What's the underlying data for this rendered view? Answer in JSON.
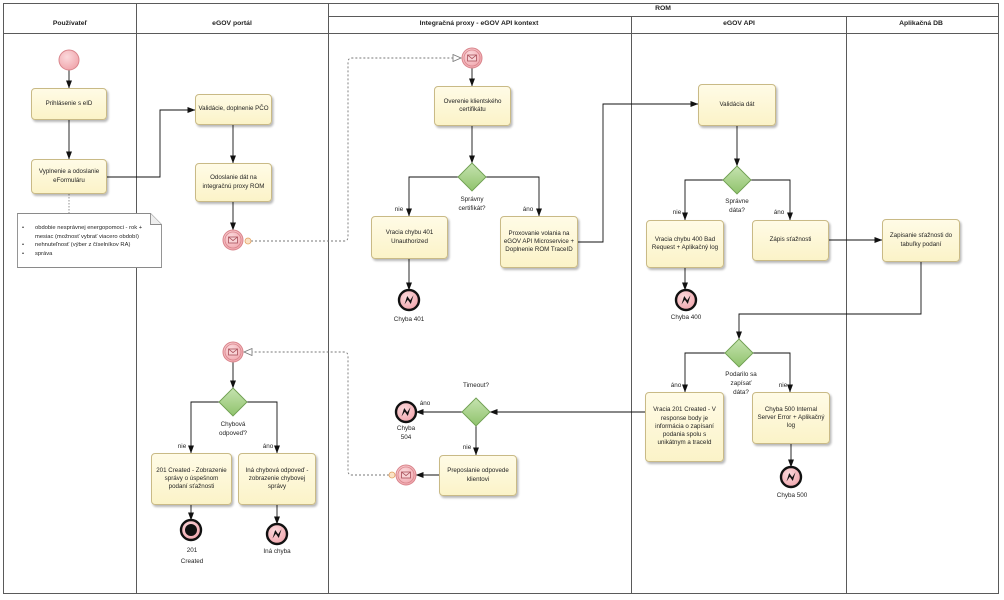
{
  "diagram": {
    "group_title": "ROM",
    "lanes": [
      "Používateľ",
      "eGOV portál",
      "Integračná proxy - eGOV API kontext",
      "eGOV API",
      "Aplikačná DB"
    ]
  },
  "tasks": {
    "prihlasenie": "Prihlásenie s eID",
    "vyplnenie": "Vyplnenie a odoslanie\neFormuláru",
    "validacie_pco": "Validácie, doplnenie PČO",
    "odoslanie": "Odoslanie dát na\nintegračnú proxy ROM",
    "overenie_cert": "Overenie klientského\ncertifikátu",
    "chyba_401": "Vracia chybu 401\nUnauthorized",
    "proxovanie": "Proxovanie volania na\neGOV API Microservice +\nDoplnenie ROM TraceID",
    "validacia_dat": "Validácia dát",
    "chyba_400": "Vracia chybu 400 Bad\nRequest + Aplikačný log",
    "zapis": "Zápis sťažnosti",
    "zapisanie_db": "Zapisanie sťažnosti do\ntabuľky podaní",
    "created_201": "Vracia 201 Created - V\nresponse body je\ninformácia o zapísaní\npodania spolu s\nunikátnym a traceId",
    "chyba_500": "Chyba 500 Internal\nServer Error + Aplikačný\nlog",
    "preposlanie": "Preposlanie odpovede\nklientovi",
    "zobrazenie_201": "201 Created - Zobrazenie\nsprávy o úspešnom\npodaní sťažnosti",
    "ina_chybova": "Iná chybová odpoveď -\nzobrazenie chybovej\nsprávy"
  },
  "gateways": {
    "spravny_cert": "Správny\ncertifikát?",
    "spravne_data": "Správne\ndáta?",
    "podarilo_sa": "Podarilo sa\nzapísať\ndáta?",
    "timeout": "Timeout?",
    "chybova_odpoved": "Chybová\nodpoveď?"
  },
  "flow_labels": {
    "cert_no": "nie",
    "cert_yes": "áno",
    "data_no": "nie",
    "data_yes": "áno",
    "zapis_yes": "áno",
    "zapis_no": "nie",
    "timeout_yes": "áno",
    "timeout_no": "nie",
    "odpoved_no": "nie",
    "odpoved_yes": "áno"
  },
  "end_events": {
    "chyba_401": "Chyba 401",
    "chyba_400": "Chyba 400",
    "chyba_500": "Chyba 500",
    "chyba_504": "Chyba\n504",
    "created_201": "201\nCreated",
    "ina_chyba": "Iná chyba"
  },
  "note": {
    "items": [
      "obdobie nesprávnej energopomoci - rok +\nmesiac (možnosť vybrať viacero období)",
      "nehnuteľnosť (výber z číselníkov RA)",
      "správa"
    ]
  },
  "colors": {
    "task_fill": "#fbf3c8",
    "gateway_fill": "#a6d189",
    "event_fill": "#f4b3b8",
    "line": "#111111"
  }
}
